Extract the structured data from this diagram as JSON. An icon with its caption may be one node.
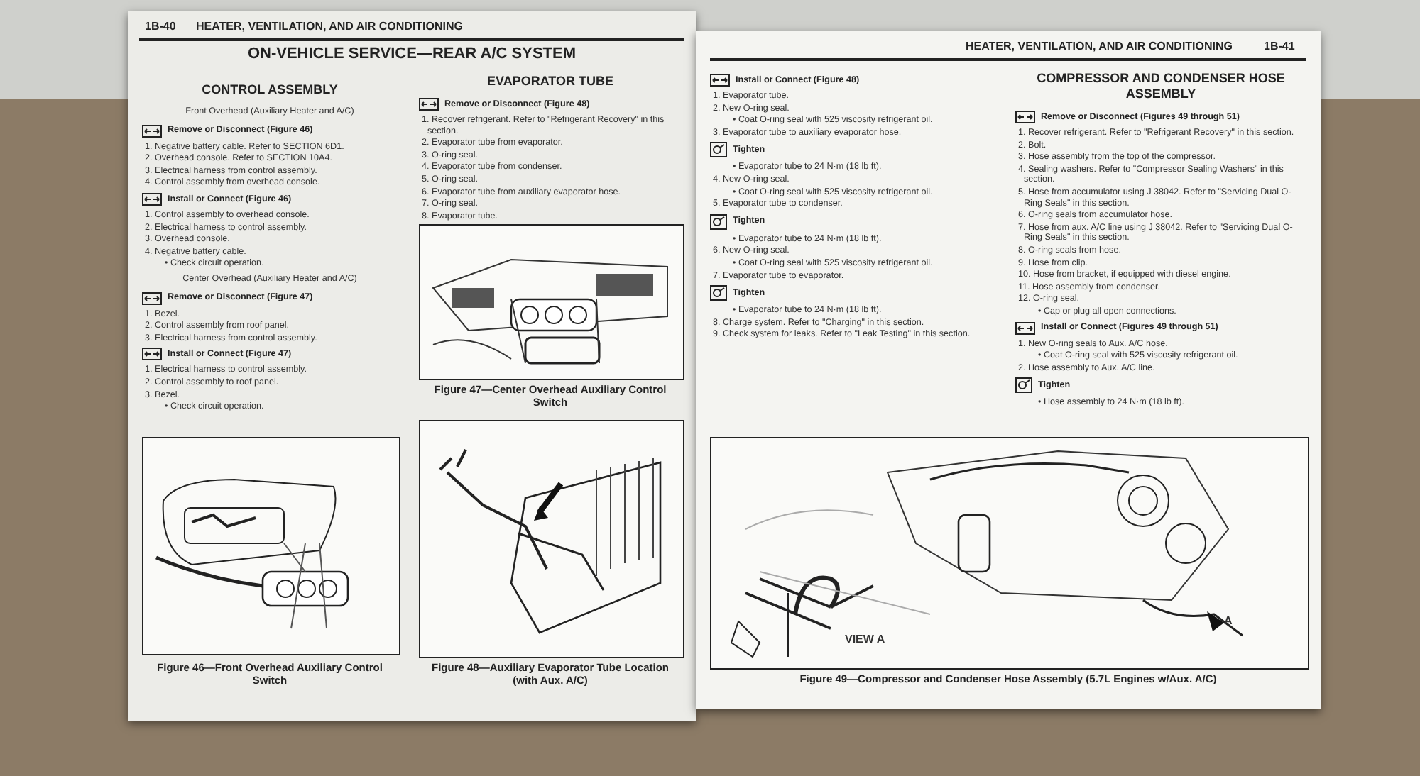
{
  "diagram": {
    "labels": [
      "1B-40",
      "HEATER, VENTILATION, AND AIR CONDITIONING",
      "ON-VEHICLE SERVICE—REAR A/C SYSTEM",
      "CONTROL ASSEMBLY",
      "Front Overhead (Auxiliary Heater and A/C)",
      "Remove or Disconnect (Figure 46)",
      "1. Negative battery cable. Refer to SECTION 6D1.",
      "2. Overhead console. Refer to SECTION 10A4.",
      "3. Electrical harness from control assembly.",
      "4. Control assembly from overhead console.",
      "Install or Connect (Figure 46)",
      "1. Control assembly to overhead console.",
      "2. Electrical harness to control assembly.",
      "3. Overhead console.",
      "4. Negative battery cable.",
      "• Check circuit operation.",
      "Center Overhead (Auxiliary Heater and A/C)",
      "Remove or Disconnect (Figure 47)",
      "1. Bezel.",
      "2. Control assembly from roof panel.",
      "3. Electrical harness from control assembly.",
      "Install or Connect (Figure 47)",
      "1. Electrical harness to control assembly.",
      "2. Control assembly to roof panel.",
      "3. Bezel.",
      "• Check circuit operation.",
      "EVAPORATOR TUBE",
      "Remove or Disconnect (Figure 48)",
      "1. Recover refrigerant. Refer to \"Refrigerant Recovery\" in this section.",
      "2. Evaporator tube from evaporator.",
      "3. O-ring seal.",
      "4. Evaporator tube from condenser.",
      "5. O-ring seal.",
      "6. Evaporator tube from auxiliary evaporator hose.",
      "7. O-ring seal.",
      "8. Evaporator tube.",
      "Figure 47—Center Overhead Auxiliary Control Switch",
      "Figure 46—Front Overhead Auxiliary Control Switch",
      "Figure 48—Auxiliary Evaporator Tube Location (with Aux. A/C)",
      "HEATER, VENTILATION, AND AIR CONDITIONING",
      "1B-41",
      "Install or Connect (Figure 48)",
      "1. Evaporator tube.",
      "2. New O-ring seal.",
      "• Coat O-ring seal with 525 viscosity refrigerant oil.",
      "3. Evaporator tube to auxiliary evaporator hose.",
      "Tighten",
      "• Evaporator tube to 24 N·m (18 lb ft).",
      "4. New O-ring seal.",
      "• Coat O-ring seal with 525 viscosity refrigerant oil.",
      "5. Evaporator tube to condenser.",
      "Tighten",
      "• Evaporator tube to 24 N·m (18 lb ft).",
      "6. New O-ring seal.",
      "• Coat O-ring seal with 525 viscosity refrigerant oil.",
      "7. Evaporator tube to evaporator.",
      "Tighten",
      "• Evaporator tube to 24 N·m (18 lb ft).",
      "8. Charge system. Refer to \"Charging\" in this section.",
      "9. Check system for leaks. Refer to \"Leak Testing\" in this section.",
      "COMPRESSOR AND CONDENSER HOSE ASSEMBLY",
      "Remove or Disconnect (Figures 49 through 51)",
      "1. Recover refrigerant. Refer to \"Refrigerant Recovery\" in this section.",
      "2. Bolt.",
      "3. Hose assembly from the top of the compressor.",
      "4. Sealing washers. Refer to \"Compressor Sealing Washers\" in this section.",
      "5. Hose from accumulator using J 38042. Refer to \"Servicing Dual O-Ring Seals\" in this section.",
      "6. O-ring seals from accumulator hose.",
      "7. Hose from aux. A/C line using J 38042. Refer to \"Servicing Dual O-Ring Seals\" in this section.",
      "8. O-ring seals from hose.",
      "9. Hose from clip.",
      "10. Hose from bracket, if equipped with diesel engine.",
      "11. Hose assembly from condenser.",
      "12. O-ring seal.",
      "• Cap or plug all open connections.",
      "Install or Connect (Figures 49 through 51)",
      "1. New O-ring seals to Aux. A/C hose.",
      "• Coat O-ring seal with 525 viscosity refrigerant oil.",
      "2. Hose assembly to Aux. A/C line.",
      "Tighten",
      "• Hose assembly to 24 N·m (18 lb ft).",
      "A",
      "VIEW A",
      "Figure 49—Compressor and Condenser Hose Assembly (5.7L Engines w/Aux. A/C)"
    ]
  }
}
